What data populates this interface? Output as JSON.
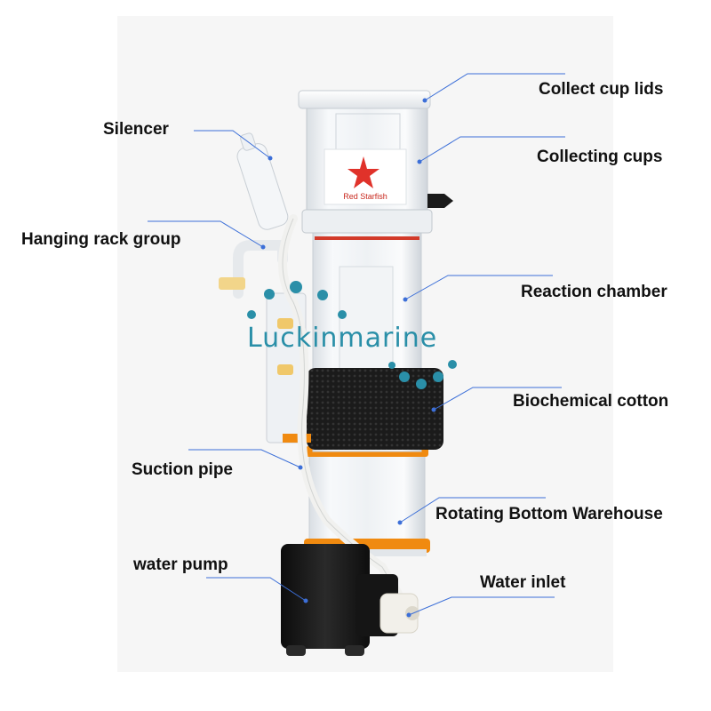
{
  "labels": {
    "collect_cup_lids": "Collect cup lids",
    "collecting_cups": "Collecting cups",
    "silencer": "Silencer",
    "hanging_rack_group": "Hanging rack group",
    "reaction_chamber": "Reaction chamber",
    "biochemical_cotton": "Biochemical cotton",
    "suction_pipe": "Suction pipe",
    "rotating_bottom_warehouse": "Rotating Bottom Warehouse",
    "water_pump": "water pump",
    "water_inlet": "Water inlet"
  },
  "brand": {
    "logo_text": "Red Starfish",
    "watermark": "Luckinmarine"
  },
  "colors": {
    "leader_line": "#3c6fd8",
    "watermark": "#2a8fa8",
    "accent_orange": "#f08a10",
    "sponge": "#1c1c1c",
    "pump": "#161616"
  }
}
